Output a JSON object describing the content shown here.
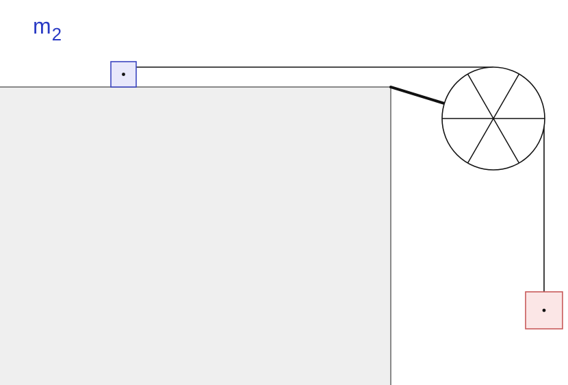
{
  "diagram": {
    "mass_on_table": {
      "label_main": "m",
      "label_subscript": "2",
      "label_color": "#2a3bc4",
      "fill": "#e8e8fb",
      "stroke": "#3b45c0"
    },
    "hanging_mass": {
      "fill": "#fbe6e6",
      "stroke": "#c85a5a"
    },
    "table": {
      "fill": "#efefef",
      "stroke": "#888888"
    },
    "pulley": {
      "spokes": 6,
      "stroke": "#111111"
    },
    "string_color": "#111111"
  }
}
